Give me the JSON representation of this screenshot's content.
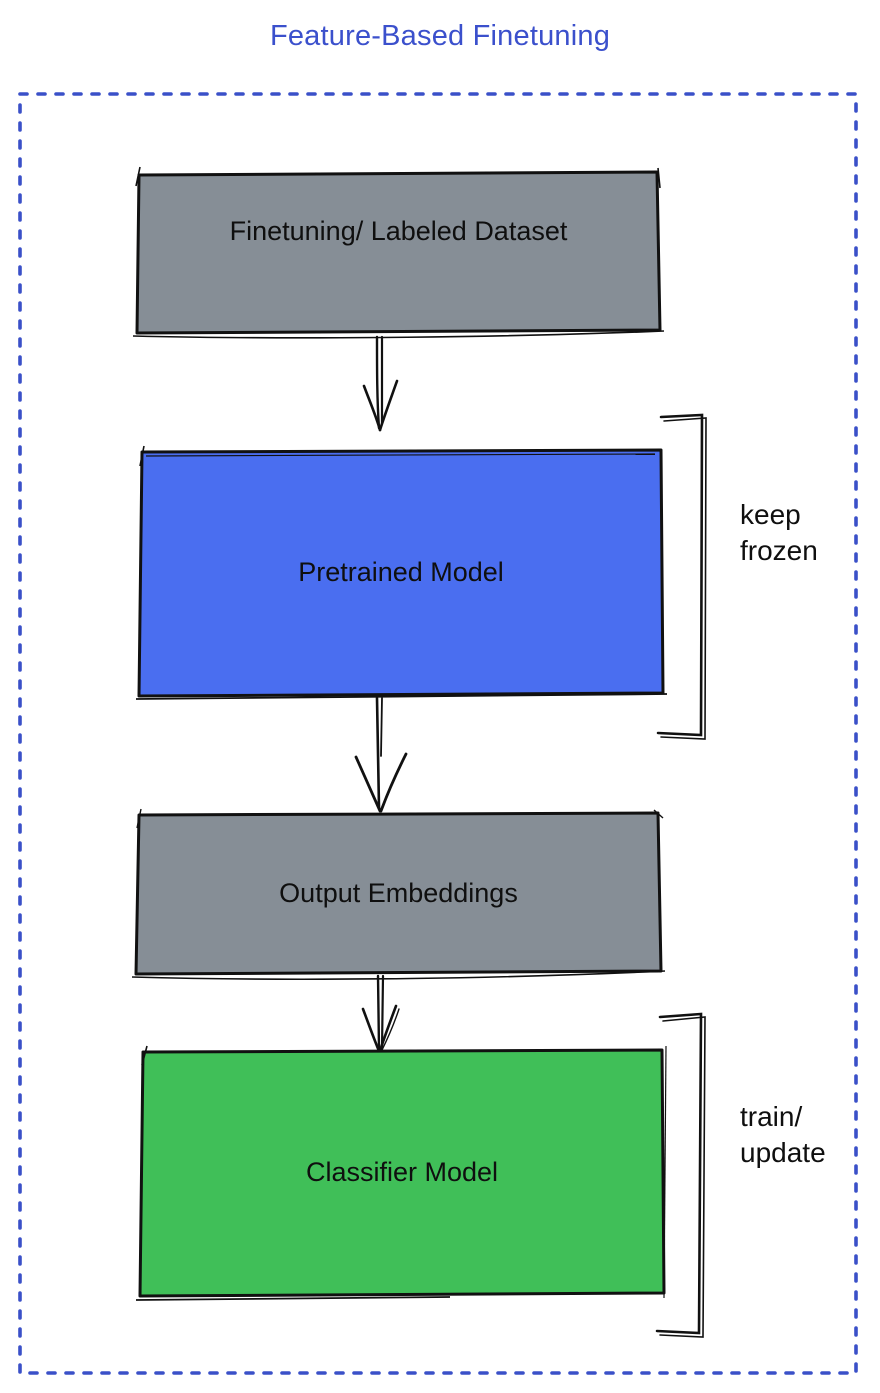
{
  "title": {
    "text": "Feature-Based Finetuning"
  },
  "colors": {
    "title_blue": "#3b50cc",
    "boundary_blue": "#3a50c8",
    "box_gray": "#868e96",
    "box_blue": "#4a6ef0",
    "box_green": "#40bf58",
    "stroke_black": "#111111"
  },
  "diagram": {
    "nodes": [
      {
        "id": "dataset",
        "label": "Finetuning/ Labeled Dataset",
        "fill": "gray"
      },
      {
        "id": "pretrained",
        "label": "Pretrained Model",
        "fill": "blue"
      },
      {
        "id": "embeddings",
        "label": "Output Embeddings",
        "fill": "gray"
      },
      {
        "id": "classifier",
        "label": "Classifier Model",
        "fill": "green"
      }
    ],
    "edges": [
      {
        "from": "dataset",
        "to": "pretrained"
      },
      {
        "from": "pretrained",
        "to": "embeddings"
      },
      {
        "from": "embeddings",
        "to": "classifier"
      }
    ],
    "annotations": [
      {
        "id": "keep-frozen",
        "target": "pretrained",
        "label": "keep\nfrozen"
      },
      {
        "id": "train-update",
        "target": "classifier",
        "label": "train/\nupdate"
      }
    ]
  }
}
